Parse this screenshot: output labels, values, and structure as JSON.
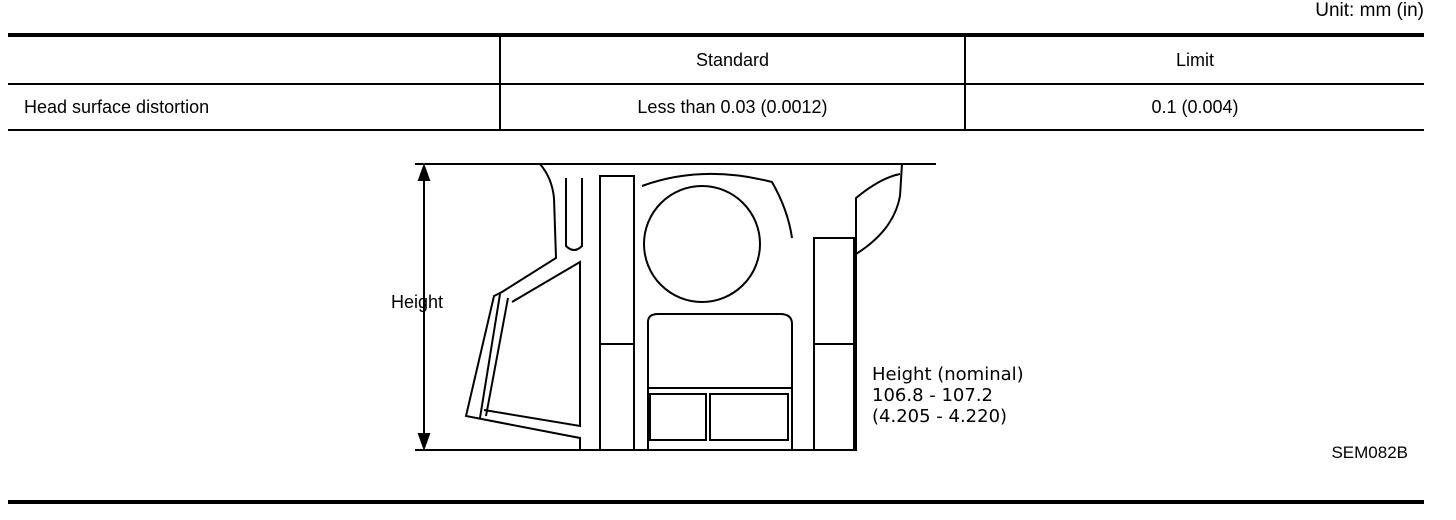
{
  "unit_label": "Unit: mm (in)",
  "table": {
    "headers": [
      "",
      "Standard",
      "Limit"
    ],
    "rows": [
      [
        "Head surface distortion",
        "Less than 0.03 (0.0012)",
        "0.1 (0.004)"
      ]
    ]
  },
  "figure": {
    "height_label": "Height",
    "nominal": {
      "line1": "Height (nominal)",
      "line2": "106.8 - 107.2",
      "line3": "(4.205 - 4.220)"
    },
    "code": "SEM082B"
  }
}
